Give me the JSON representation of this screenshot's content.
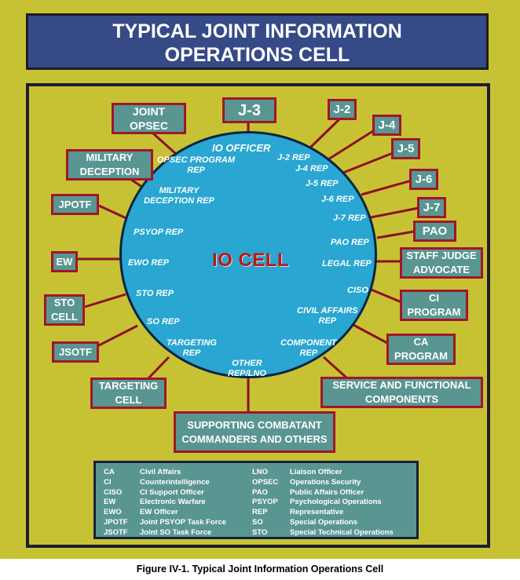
{
  "title_lines": [
    "TYPICAL JOINT INFORMATION",
    "OPERATIONS CELL"
  ],
  "center_label": "IO CELL",
  "io_officer": "IO OFFICER",
  "boxes": {
    "joint_opsec": [
      "JOINT",
      "OPSEC"
    ],
    "j3": [
      "J-3"
    ],
    "j2": [
      "J-2"
    ],
    "j4": [
      "J-4"
    ],
    "j5": [
      "J-5"
    ],
    "j6": [
      "J-6"
    ],
    "j7": [
      "J-7"
    ],
    "pao": [
      "PAO"
    ],
    "military_deception": [
      "MILITARY",
      "DECEPTION"
    ],
    "jpotf": [
      "JPOTF"
    ],
    "ew": [
      "EW"
    ],
    "sto_cell": [
      "STO",
      "CELL"
    ],
    "jsotf": [
      "JSOTF"
    ],
    "targeting_cell": [
      "TARGETING",
      "CELL"
    ],
    "staff_judge_advocate": [
      "STAFF JUDGE",
      "ADVOCATE"
    ],
    "ci_program": [
      "CI",
      "PROGRAM"
    ],
    "ca_program": [
      "CA",
      "PROGRAM"
    ],
    "service_functional": [
      "SERVICE AND FUNCTIONAL",
      "COMPONENTS"
    ],
    "supporting_combatant": [
      "SUPPORTING COMBATANT",
      "COMMANDERS AND OTHERS"
    ]
  },
  "reps": {
    "opsec_program": [
      "OPSEC PROGRAM",
      "REP"
    ],
    "military_deception": [
      "MILITARY",
      "DECEPTION REP"
    ],
    "psyop": [
      "PSYOP REP"
    ],
    "ewo": [
      "EWO REP"
    ],
    "sto": [
      "STO REP"
    ],
    "so": [
      "SO REP"
    ],
    "targeting": [
      "TARGETING",
      "REP"
    ],
    "other": [
      "OTHER",
      "REP/LNO"
    ],
    "component": [
      "COMPONENT",
      "REP"
    ],
    "civil_affairs": [
      "CIVIL AFFAIRS",
      "REP"
    ],
    "ciso": [
      "CISO"
    ],
    "legal": [
      "LEGAL REP"
    ],
    "pao": [
      "PAO REP"
    ],
    "j7": [
      "J-7 REP"
    ],
    "j6": [
      "J-6 REP"
    ],
    "j5": [
      "J-5 REP"
    ],
    "j4": [
      "J-4 REP"
    ],
    "j2": [
      "J-2 REP"
    ]
  },
  "legend": {
    "left": [
      [
        "CA",
        "Civil Affairs"
      ],
      [
        "CI",
        "Counterintelligence"
      ],
      [
        "CISO",
        "CI Support Officer"
      ],
      [
        "EW",
        "Electronic Warfare"
      ],
      [
        "EWO",
        "EW Officer"
      ],
      [
        "JPOTF",
        "Joint PSYOP Task Force"
      ],
      [
        "JSOTF",
        "Joint SO Task Force"
      ]
    ],
    "right": [
      [
        "LNO",
        "Liaison Officer"
      ],
      [
        "OPSEC",
        "Operations Security"
      ],
      [
        "PAO",
        "Public Affairs Officer"
      ],
      [
        "PSYOP",
        "Psychological Operations"
      ],
      [
        "REP",
        "Representative"
      ],
      [
        "SO",
        "Special Operations"
      ],
      [
        "STO",
        "Special Technical Operations"
      ]
    ]
  },
  "caption": "Figure IV-1.  Typical Joint Information Operations Cell",
  "colors": {
    "background": "#c7c234",
    "title_fill": "#354a87",
    "box_fill": "#5a9691",
    "box_border": "#a1162a",
    "circle_fill": "#29a6d1",
    "center_text": "#b51a1a",
    "connector": "#8e1020"
  }
}
